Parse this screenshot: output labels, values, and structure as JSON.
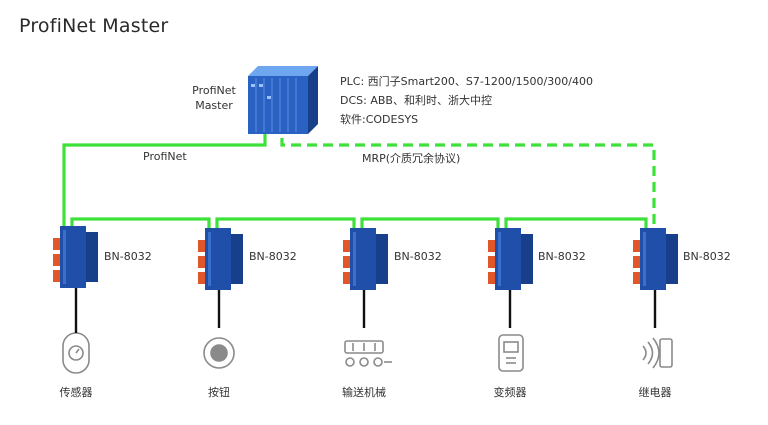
{
  "title": "ProfiNet Master",
  "master": {
    "label_line1": "ProfiNet",
    "label_line2": "Master"
  },
  "info_lines": [
    "PLC: 西门子Smart200、S7-1200/1500/300/400",
    "DCS: ABB、和利时、浙大中控",
    "软件:CODESYS"
  ],
  "links": {
    "profinet": "ProfiNet",
    "mrp": "MRP(介质冗余协议)"
  },
  "nodes": [
    {
      "model": "BN-8032",
      "device": "传感器",
      "icon": "sensor-icon"
    },
    {
      "model": "BN-8032",
      "device": "按钮",
      "icon": "button-icon"
    },
    {
      "model": "BN-8032",
      "device": "输送机械",
      "icon": "conveyor-icon"
    },
    {
      "model": "BN-8032",
      "device": "变频器",
      "icon": "inverter-icon"
    },
    {
      "model": "BN-8032",
      "device": "继电器",
      "icon": "relay-icon"
    }
  ],
  "colors": {
    "network": "#3ee03a",
    "module_blue": "#1f4fa8",
    "module_orange": "#e0582a",
    "icon_gray": "#8a8a8a"
  }
}
